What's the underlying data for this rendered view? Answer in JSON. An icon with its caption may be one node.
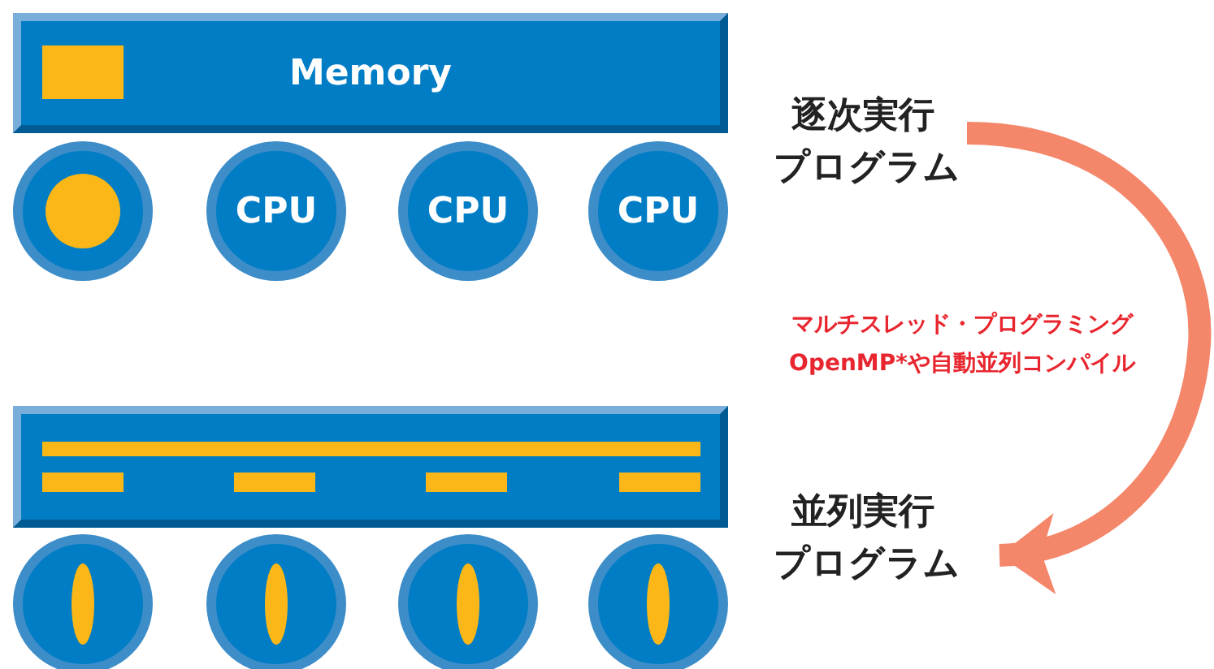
{
  "diagram": {
    "nodes": [
      {
        "text": [
          "Memory"
        ]
      },
      {
        "text": [],
        "shape": "circle"
      },
      {
        "text": [
          "CPU"
        ]
      },
      {
        "text": [
          "CPU"
        ]
      },
      {
        "text": [
          "CPU"
        ]
      },
      {
        "text": [],
        "shape": "bar"
      },
      {
        "text": [],
        "shape": "circle"
      },
      {
        "text": [],
        "shape": "circle"
      },
      {
        "text": [],
        "shape": "circle"
      },
      {
        "text": [],
        "shape": "circle"
      },
      {
        "text": [
          "逐次実行プログラム"
        ]
      },
      {
        "text": [
          "並列実行プログラム"
        ]
      }
    ],
    "edges": [
      {
        "from": 10,
        "to": 11,
        "arrow": "to",
        "label": "マルチスレッド・プログラミングOpenMP*や自動並列コンパイル"
      }
    ]
  }
}
